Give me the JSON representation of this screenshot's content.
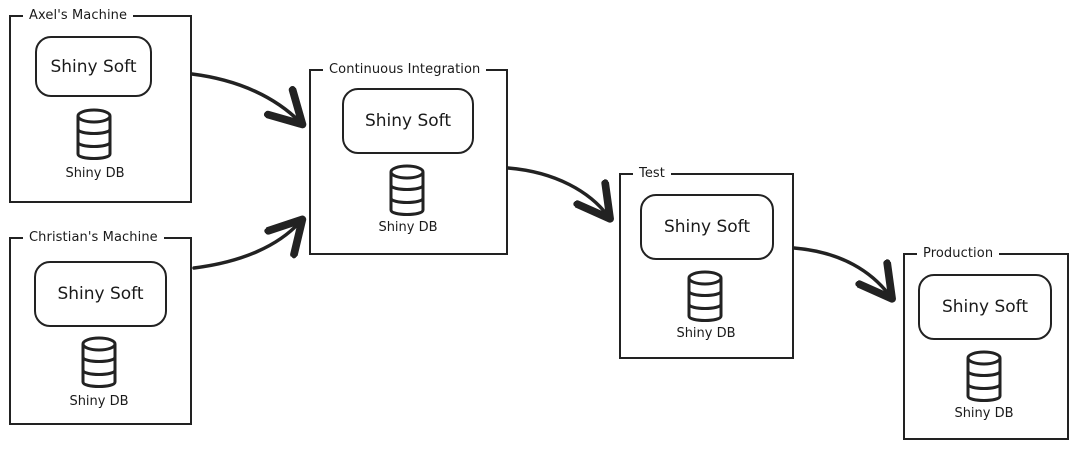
{
  "diagram": {
    "environments": [
      {
        "id": "axel",
        "title": "Axel's Machine",
        "app_label": "Shiny Soft",
        "db_label": "Shiny DB",
        "db_icon": "database-icon"
      },
      {
        "id": "christian",
        "title": "Christian's Machine",
        "app_label": "Shiny Soft",
        "db_label": "Shiny DB",
        "db_icon": "database-icon"
      },
      {
        "id": "ci",
        "title": "Continuous Integration",
        "app_label": "Shiny Soft",
        "db_label": "Shiny DB",
        "db_icon": "database-icon"
      },
      {
        "id": "test",
        "title": "Test",
        "app_label": "Shiny Soft",
        "db_label": "Shiny DB",
        "db_icon": "database-icon"
      },
      {
        "id": "production",
        "title": "Production",
        "app_label": "Shiny Soft",
        "db_label": "Shiny DB",
        "db_icon": "database-icon"
      }
    ],
    "edges": [
      {
        "from": "axel",
        "to": "ci"
      },
      {
        "from": "christian",
        "to": "ci"
      },
      {
        "from": "ci",
        "to": "test"
      },
      {
        "from": "test",
        "to": "production"
      }
    ],
    "colors": {
      "stroke": "#222222",
      "background": "#ffffff"
    }
  }
}
